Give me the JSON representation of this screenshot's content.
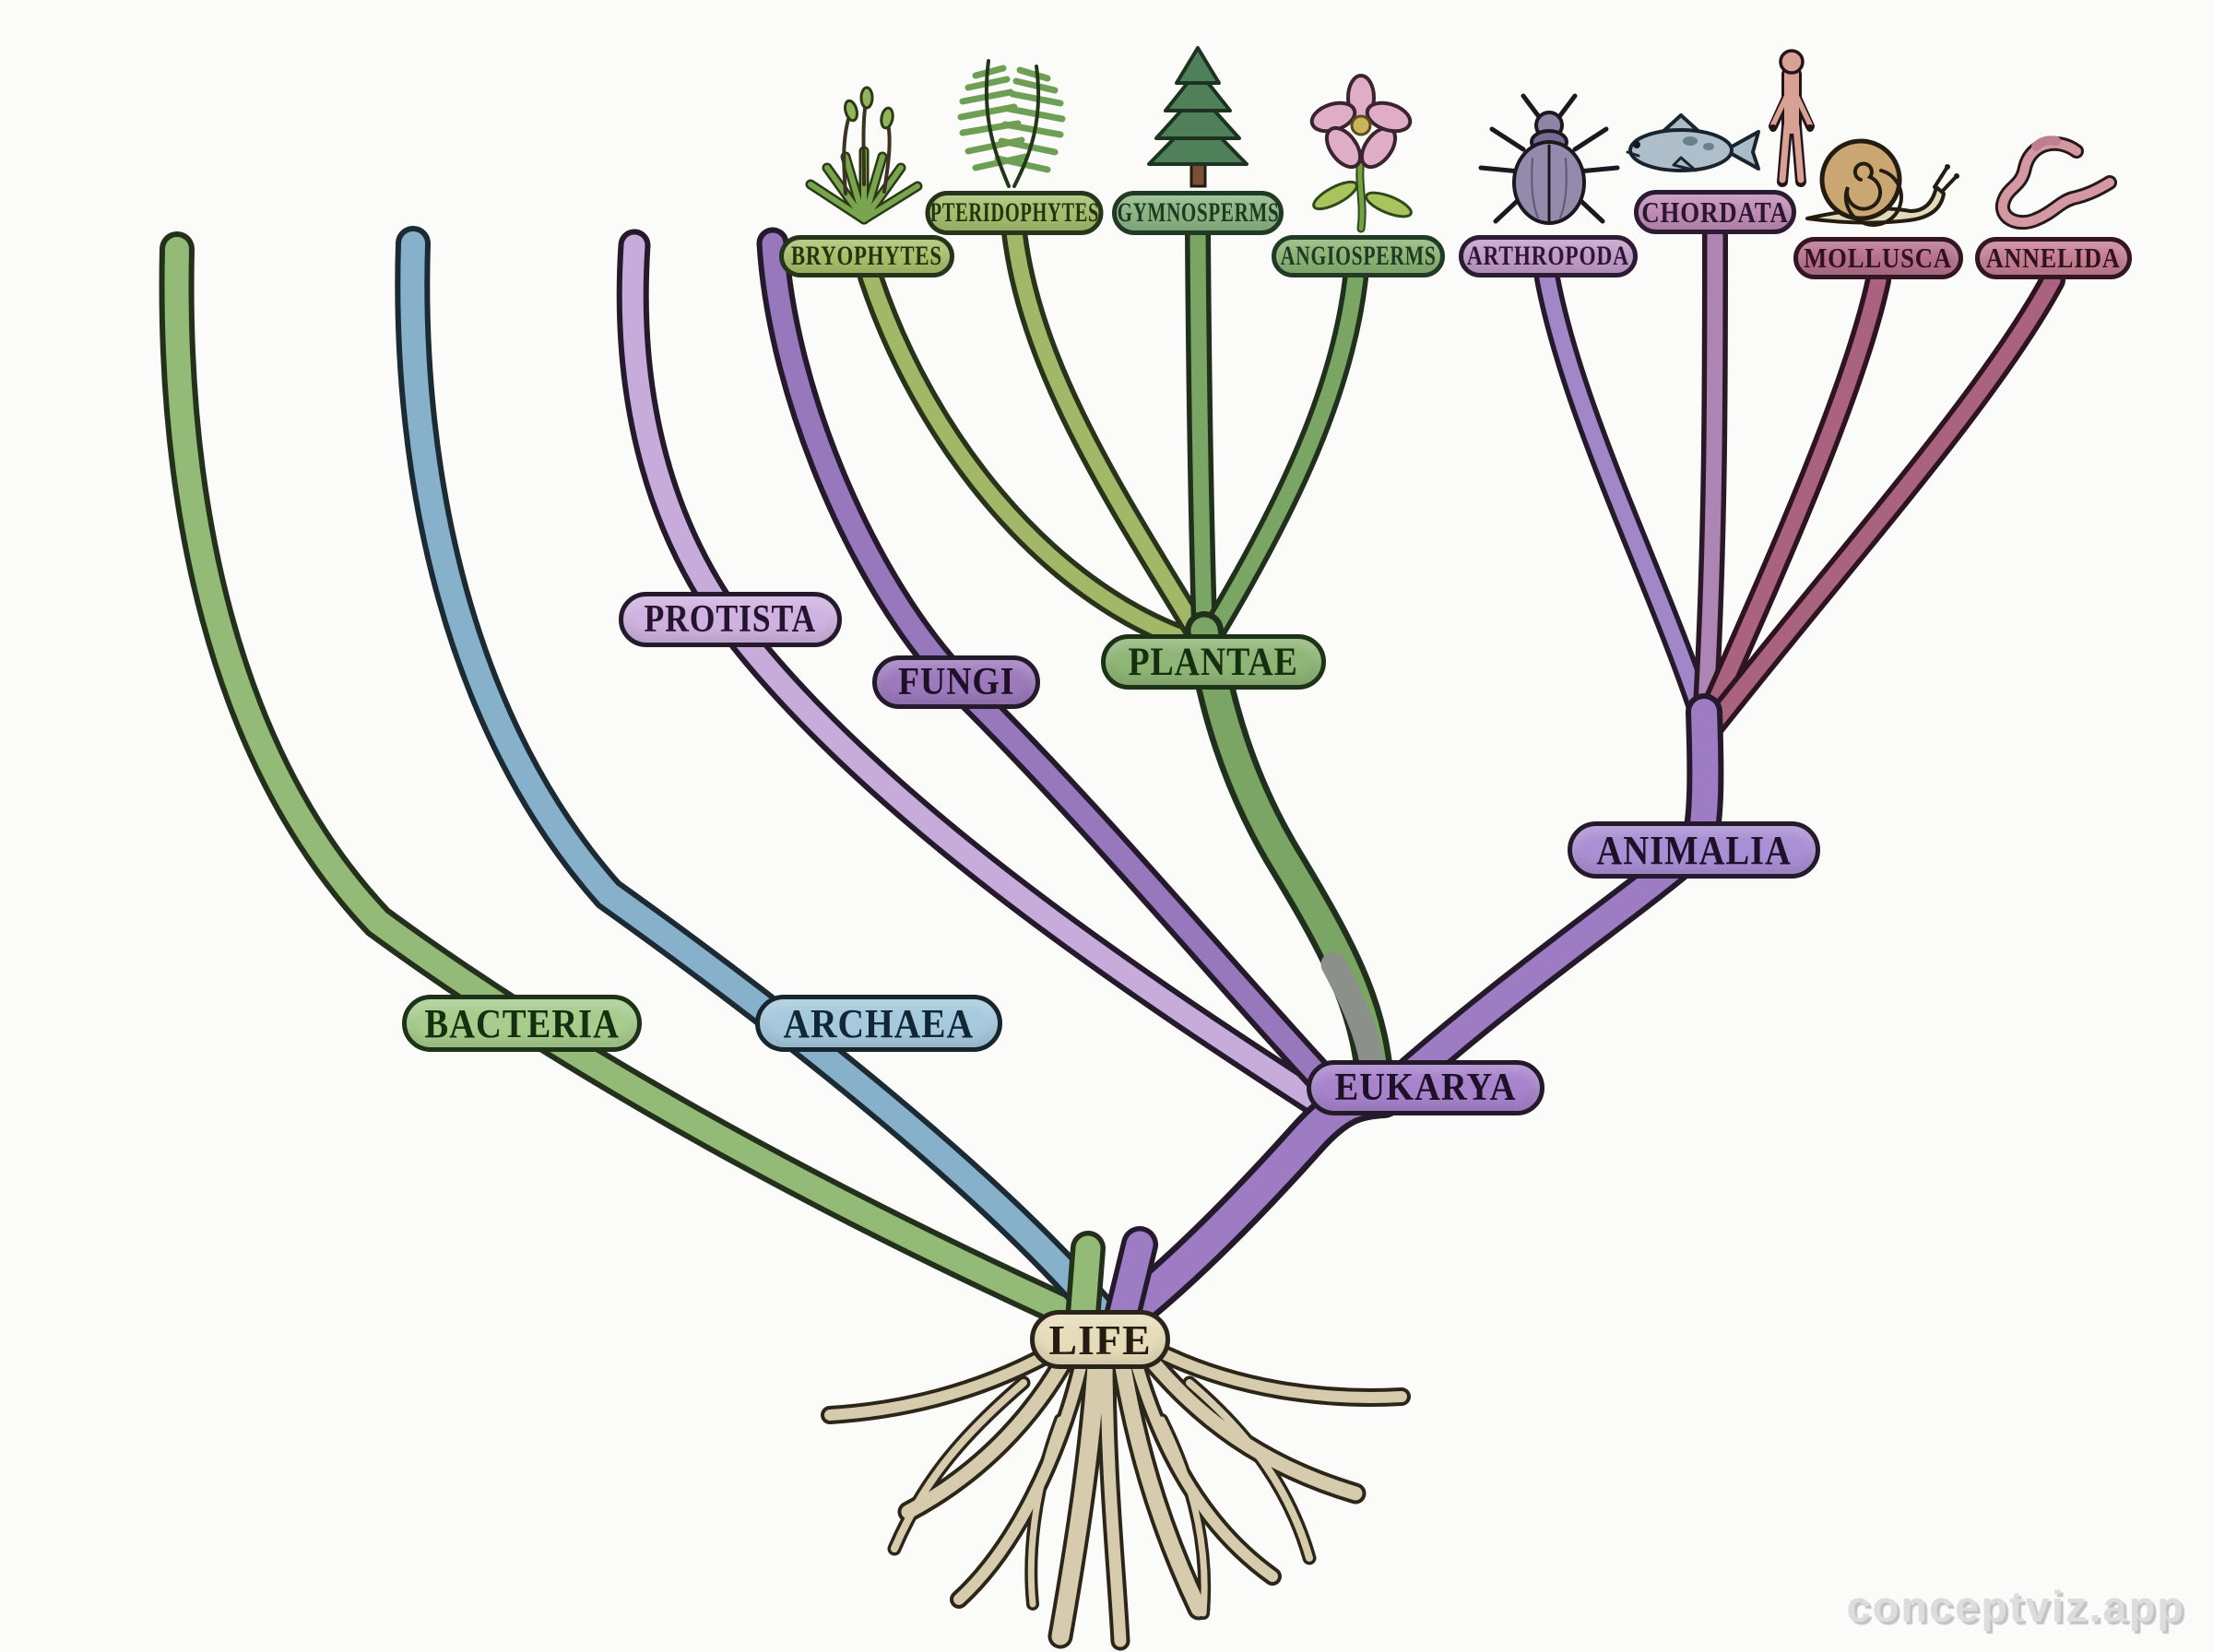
{
  "watermark": "conceptviz.app",
  "colors": {
    "background": "#fbfbf9",
    "outline": "#201f1e",
    "roots_tan": "#d7cbae",
    "life_bg": "#e7dcba",
    "bacteria": "#a7cc8e",
    "archaea": "#a6c9dd",
    "eukarya": "#a783cb",
    "protista": "#cfb2e0",
    "fungi": "#9d7abc",
    "plantae": "#8fb577",
    "animalia": "#a98fd3",
    "bryophytes": "#a9bf6b",
    "pteridophytes": "#a4bd6e",
    "gymnosperms": "#8cb483",
    "angiosperms": "#8cb374",
    "arthropoda": "#c19cc9",
    "chordata": "#bf8cb4",
    "mollusca": "#b5718c",
    "annelida": "#c47e92"
  },
  "tree": {
    "root": {
      "label": "LIFE"
    },
    "domains": [
      {
        "id": "bacteria",
        "label": "BACTERIA"
      },
      {
        "id": "archaea",
        "label": "ARCHAEA"
      },
      {
        "id": "eukarya",
        "label": "EUKARYA"
      }
    ],
    "kingdoms": [
      {
        "id": "protista",
        "label": "PROTISTA"
      },
      {
        "id": "fungi",
        "label": "FUNGI"
      },
      {
        "id": "plantae",
        "label": "PLANTAE"
      },
      {
        "id": "animalia",
        "label": "ANIMALIA"
      }
    ],
    "plant_phyla": [
      {
        "id": "bryophytes",
        "label": "BRYOPHYTES",
        "icon": "moss-icon"
      },
      {
        "id": "pteridophytes",
        "label": "PTERIDOPHYTES",
        "icon": "fern-icon"
      },
      {
        "id": "gymnosperms",
        "label": "GYMNOSPERMS",
        "icon": "conifer-tree-icon"
      },
      {
        "id": "angiosperms",
        "label": "ANGIOSPERMS",
        "icon": "flower-icon"
      }
    ],
    "animal_phyla": [
      {
        "id": "arthropoda",
        "label": "ARTHROPODA",
        "icon": "beetle-icon"
      },
      {
        "id": "chordata",
        "label": "CHORDATA",
        "icon": [
          "fish-icon",
          "human-icon"
        ]
      },
      {
        "id": "mollusca",
        "label": "MOLLUSCA",
        "icon": "snail-icon"
      },
      {
        "id": "annelida",
        "label": "ANNELIDA",
        "icon": "worm-icon"
      }
    ]
  }
}
